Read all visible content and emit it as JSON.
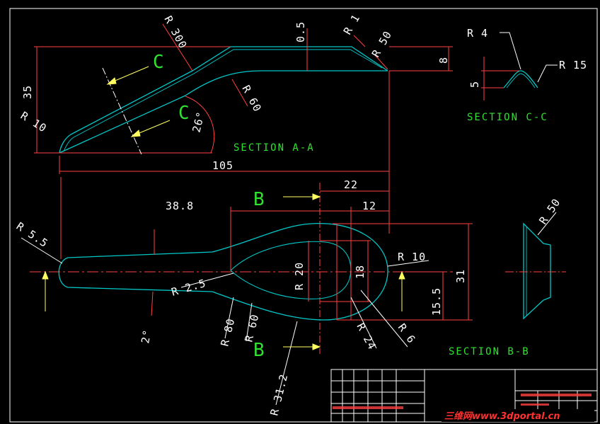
{
  "colors": {
    "background": "#000000",
    "outline": "#00c8c8",
    "dimension": "#ff4040",
    "centerline": "#ff4040",
    "text": "#ffffff",
    "section_text": "#30e030",
    "arrow": "#ffff60",
    "frame": "#ffffff"
  },
  "section_aa": {
    "title": "SECTION A-A",
    "dims": {
      "r300": "R 300",
      "r05": "0.5",
      "r1": "R 1",
      "r50": "R 50",
      "d8": "8",
      "d35": "35",
      "r10": "R 10",
      "r60": "R 60",
      "ang26": "26°",
      "d105": "105"
    },
    "cut_label_top": "C",
    "cut_label_bottom": "C"
  },
  "section_cc": {
    "title": "SECTION C-C",
    "dims": {
      "r4": "R 4",
      "r15": "R 15",
      "d5": "5"
    }
  },
  "plan_view": {
    "cut_label_top": "B",
    "cut_label_bottom": "B",
    "dims": {
      "d22": "22",
      "d388": "38.8",
      "d12": "12",
      "r55": "R 5.5",
      "r20": "R 20",
      "d18": "18",
      "r10": "R 10",
      "d31": "31",
      "d155": "15.5",
      "r25": "R 2.5",
      "r80": "R 80",
      "r60": "R 60",
      "ang2": "2°",
      "r312": "R 31.2",
      "r24": "R 24",
      "r6": "R 6"
    }
  },
  "section_bb": {
    "title": "SECTION B-B",
    "dims": {
      "r50": "R 50"
    }
  },
  "watermark": "三维网www.3dportal.cn"
}
